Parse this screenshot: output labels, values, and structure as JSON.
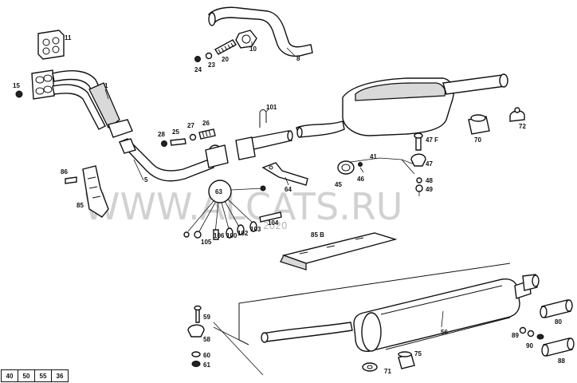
{
  "watermark": {
    "main": "WWW.ALCATS.RU",
    "sub": "2020"
  },
  "footer": {
    "codes": [
      "40",
      "50",
      "55",
      "36"
    ]
  },
  "labels": {
    "p1": "1",
    "p5": "5",
    "p8": "8",
    "p10": "10",
    "p11": "11",
    "p15": "15",
    "p20": "20",
    "p23": "23",
    "p24": "24",
    "p25": "25",
    "p26": "26",
    "p27": "27",
    "p28": "28",
    "p41": "41",
    "p45": "45",
    "p46": "46",
    "p47": "47",
    "p47f": "47 F",
    "p48": "48",
    "p49": "49",
    "p56": "56",
    "p58": "58",
    "p59": "59",
    "p60": "60",
    "p61": "61",
    "p63": "63",
    "p64": "64",
    "p70": "70",
    "p71": "71",
    "p72": "72",
    "p75": "75",
    "p80": "80",
    "p85": "85",
    "p85b": "85 B",
    "p86": "86",
    "p88": "88",
    "p89": "89",
    "p90": "90",
    "p100": "100",
    "p101": "101",
    "p102": "102",
    "p103": "103",
    "p104": "104",
    "p105": "105",
    "p106": "106"
  }
}
